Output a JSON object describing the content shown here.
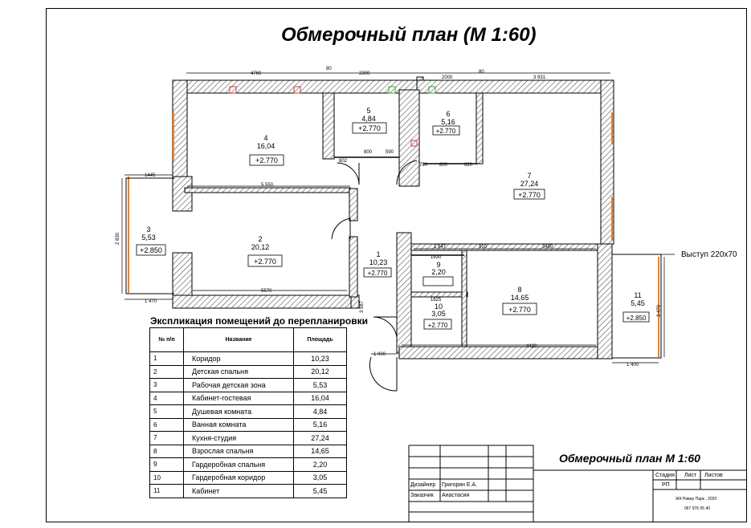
{
  "title": "Обмерочный план (М 1:60)",
  "rooms": [
    {
      "num": "1",
      "area": "10,23",
      "height": "+2.770"
    },
    {
      "num": "2",
      "area": "20,12",
      "height": "+2.770"
    },
    {
      "num": "3",
      "area": "5,53",
      "height": "+2.850"
    },
    {
      "num": "4",
      "area": "16,04",
      "height": "+2.770"
    },
    {
      "num": "5",
      "area": "4,84",
      "height": "+2.770"
    },
    {
      "num": "6",
      "area": "5,16",
      "height": "+2.770"
    },
    {
      "num": "7",
      "area": "27,24",
      "height": "+2.770"
    },
    {
      "num": "8",
      "area": "14,65",
      "height": "+2.770"
    },
    {
      "num": "9",
      "area": "2,20",
      "height": ""
    },
    {
      "num": "10",
      "area": "3,05",
      "height": "+2.770"
    },
    {
      "num": "11",
      "area": "5,45",
      "height": "+2.850"
    }
  ],
  "dimensions": {
    "top1": "4760",
    "top2": "80",
    "top3": "2300",
    "top4": "2000",
    "top5": "80",
    "top6": "3 931",
    "d5550": "5 550",
    "d5570": "5570",
    "d1445": "1445",
    "d1470": "1 470",
    "d2830": "2 830",
    "d1847": "1 847",
    "d910": "910",
    "d3480": "3480",
    "d4420": "4420",
    "d1400": "1 400",
    "d3470": "3 470",
    "d1000": "1 000",
    "d3987": "3 987",
    "d1630": "1630",
    "d1625": "1625",
    "d790": "790",
    "d800": "800",
    "d620": "620",
    "d800b": "800",
    "d590": "590",
    "d802": "802"
  },
  "callout": "Выступ 220х70",
  "explication": {
    "title": "Экспликация помещений до перепланировки",
    "headers": [
      "№ п/п",
      "Название",
      "Площадь"
    ],
    "rows": [
      {
        "n": "1",
        "name": "Коридор",
        "area": "10,23"
      },
      {
        "n": "2",
        "name": "Детская спальня",
        "area": "20,12"
      },
      {
        "n": "3",
        "name": "Рабочая детская зона",
        "area": "5,53"
      },
      {
        "n": "4",
        "name": "Кабинет-гостевая",
        "area": "16,04"
      },
      {
        "n": "5",
        "name": "Душевая комната",
        "area": "4,84"
      },
      {
        "n": "6",
        "name": "Ванная комната",
        "area": "5,16"
      },
      {
        "n": "7",
        "name": "Кухня-студия",
        "area": "27,24"
      },
      {
        "n": "8",
        "name": "Взрослая спальня",
        "area": "14,65"
      },
      {
        "n": "9",
        "name": "Гардеробная спальня",
        "area": "2,20"
      },
      {
        "n": "10",
        "name": "Гардеробная коридор",
        "area": "3,05"
      },
      {
        "n": "11",
        "name": "Кабинет",
        "area": "5,45"
      }
    ]
  },
  "stamp": {
    "title": "Обмерочный план М 1:60",
    "stage_label": "Стадия",
    "sheet_label": "Лист",
    "sheets_label": "Листов",
    "stage": "РП",
    "designer_label": "Дизайнер",
    "designer": "Григорян Е.А.",
    "client_label": "Заказчик",
    "client": "Анастасия",
    "project": "ЖК Ривер Парк , 2020",
    "phone": "067 976 05 40"
  }
}
